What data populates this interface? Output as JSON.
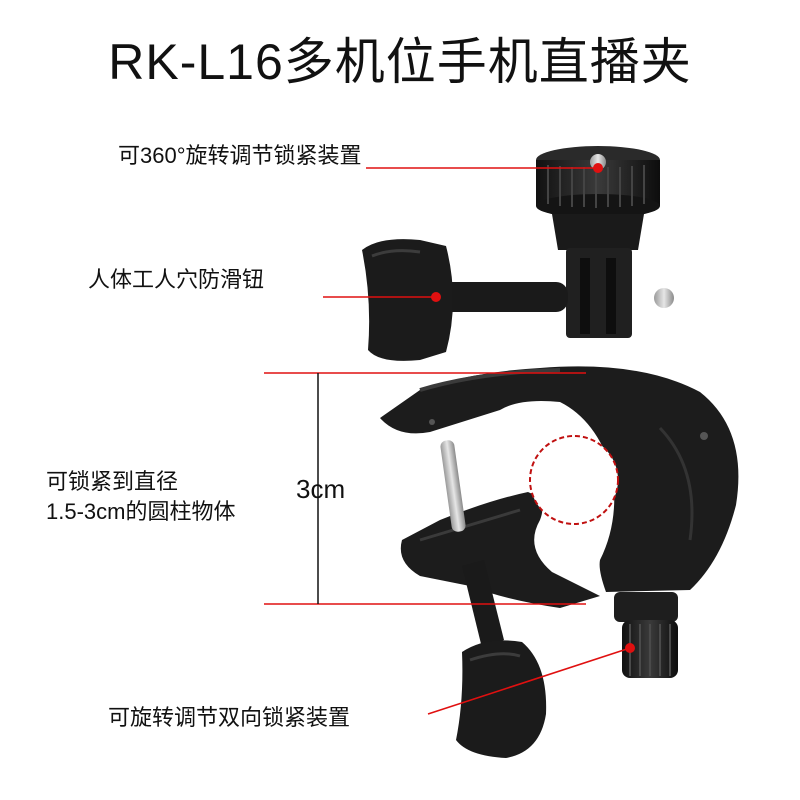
{
  "title": "RK-L16多机位手机直播夹",
  "callouts": {
    "rotation_lock": "可360°旋转调节锁紧装置",
    "anti_slip_knob": "人体工人穴防滑钮",
    "diameter_line1": "可锁紧到直径",
    "diameter_line2": "1.5-3cm的圆柱物体",
    "bidirectional_lock": "可旋转调节双向锁紧装置"
  },
  "dimension_label": "3cm",
  "colors": {
    "callout_line": "#e01010",
    "product_body": "#1c1c1c"
  }
}
